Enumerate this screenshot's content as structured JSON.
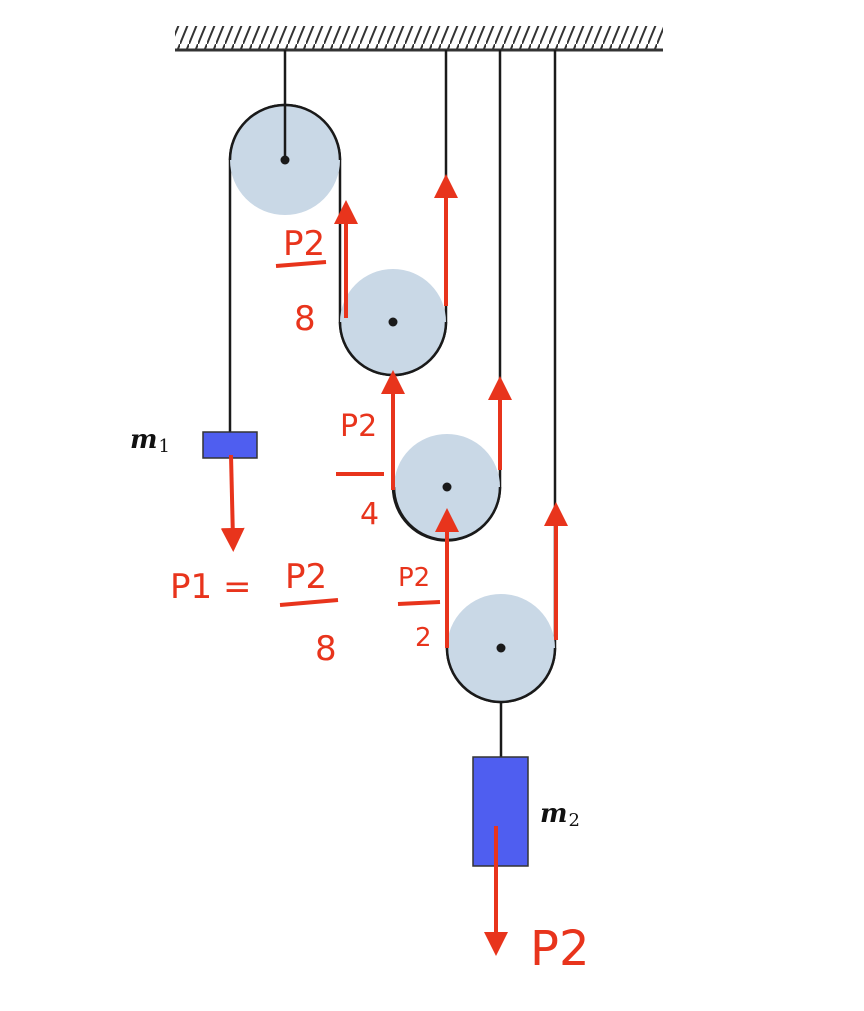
{
  "diagram": {
    "colors": {
      "ceiling": "#333333",
      "rope": "#1a1a1a",
      "pulley_fill": "#c9d8e6",
      "pulley_edge": "#1a1a1a",
      "mass": "#4f5ef0",
      "mass_edge": "#333333",
      "annotation": "#e8341c"
    },
    "masses": {
      "m1": {
        "symbol": "m",
        "subscript": "1"
      },
      "m2": {
        "symbol": "m",
        "subscript": "2"
      }
    },
    "annotations": {
      "p2_over_8": {
        "numerator": "P2",
        "denominator": "8"
      },
      "p2_over_4": {
        "numerator": "P2",
        "denominator": "4"
      },
      "p2_over_2": {
        "numerator": "P2",
        "denominator": "2"
      },
      "p1_equation": {
        "lhs": "P1 =",
        "numerator": "P2",
        "denominator": "8"
      },
      "p2": {
        "text": "P2"
      }
    }
  }
}
